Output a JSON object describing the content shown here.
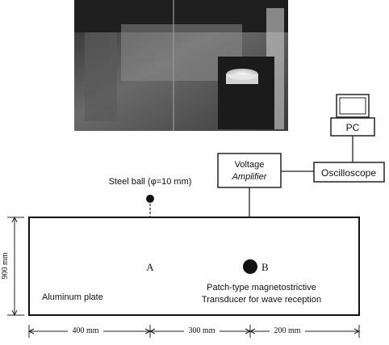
{
  "photo": {
    "description_icon": "experimental-setup-photo"
  },
  "equipment": {
    "pc_label": "PC",
    "oscilloscope_label": "Oscilloscope",
    "amplifier_line1": "Voltage",
    "amplifier_line2": "Amplifier"
  },
  "impact": {
    "ball_label": "Steel ball (φ=10 mm)",
    "point_a_label": "A",
    "point_b_label": "B"
  },
  "plate": {
    "material_label": "Aluminum plate",
    "transducer_line1": "Patch-type magnetostrictive",
    "transducer_line2": "Transducer for wave reception"
  },
  "dimensions": {
    "height_label": "900 mm",
    "seg1_label": "400 mm",
    "seg2_label": "300 mm",
    "seg3_label": "200 mm"
  }
}
